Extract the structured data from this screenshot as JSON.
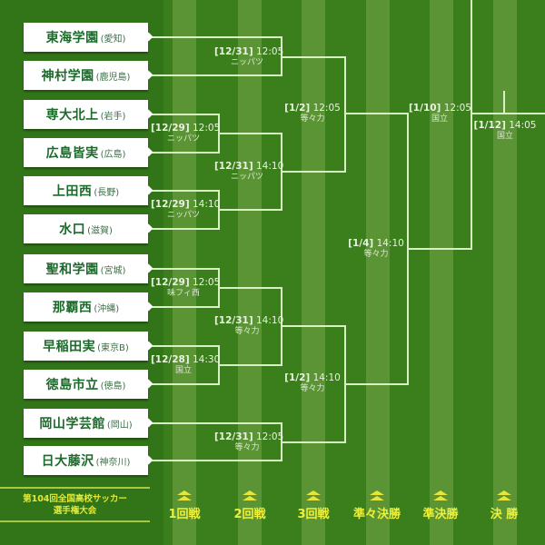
{
  "tournament": {
    "title_line1": "第104回全国高校サッカー",
    "title_line2": "選手権大会"
  },
  "teams": [
    {
      "name": "東海学園",
      "pref": "(愛知)"
    },
    {
      "name": "神村学園",
      "pref": "(鹿児島)"
    },
    {
      "name": "専大北上",
      "pref": "(岩手)"
    },
    {
      "name": "広島皆実",
      "pref": "(広島)"
    },
    {
      "name": "上田西",
      "pref": "(長野)"
    },
    {
      "name": "水口",
      "pref": "(滋賀)"
    },
    {
      "name": "聖和学園",
      "pref": "(宮城)"
    },
    {
      "name": "那覇西",
      "pref": "(沖縄)"
    },
    {
      "name": "早稲田実",
      "pref": "(東京B)"
    },
    {
      "name": "徳島市立",
      "pref": "(徳島)"
    },
    {
      "name": "岡山学芸館",
      "pref": "(岡山)"
    },
    {
      "name": "日大藤沢",
      "pref": "(神奈川)"
    }
  ],
  "matches": {
    "r1_a": {
      "date": "[12/29]",
      "time": "12:05",
      "venue": "ニッパツ"
    },
    "r1_b": {
      "date": "[12/29]",
      "time": "14:10",
      "venue": "ニッパツ"
    },
    "r1_c": {
      "date": "[12/29]",
      "time": "12:05",
      "venue": "味フィ西"
    },
    "r1_d": {
      "date": "[12/28]",
      "time": "14:30",
      "venue": "国立"
    },
    "r2_a": {
      "date": "[12/31]",
      "time": "12:05",
      "venue": "ニッパツ"
    },
    "r2_b": {
      "date": "[12/31]",
      "time": "14:10",
      "venue": "ニッパツ"
    },
    "r2_c": {
      "date": "[12/31]",
      "time": "14:10",
      "venue": "等々力"
    },
    "r2_d": {
      "date": "[12/31]",
      "time": "12:05",
      "venue": "等々力"
    },
    "r3_a": {
      "date": "[1/2]",
      "time": "12:05",
      "venue": "等々力"
    },
    "r3_b": {
      "date": "[1/2]",
      "time": "14:10",
      "venue": "等々力"
    },
    "qf": {
      "date": "[1/4]",
      "time": "14:10",
      "venue": "等々力"
    },
    "sf": {
      "date": "[1/10]",
      "time": "12:05",
      "venue": "国立"
    },
    "final": {
      "date": "[1/12]",
      "time": "14:05",
      "venue": "国立"
    }
  },
  "rounds": [
    "1回戦",
    "2回戦",
    "3回戦",
    "準々決勝",
    "準決勝",
    "決 勝"
  ],
  "colors": {
    "field_green": "#3b7f1d",
    "stripe_light": "#5a9435",
    "line": "#d9efc4",
    "team_text": "#1b6a2a",
    "round_label": "#eef03a"
  }
}
